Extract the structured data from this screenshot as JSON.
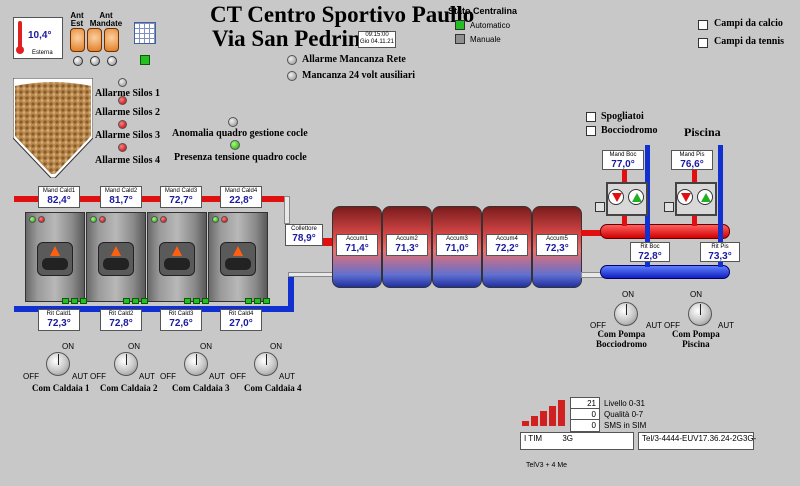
{
  "header": {
    "title_line1": "CT Centro Sportivo Paullo",
    "title_line2": "Via San Pedrino",
    "clock_time": "09:15:00",
    "clock_date": "Gio 04.11.21"
  },
  "stato": {
    "title": "Stato Centralina",
    "automatico": "Automatico",
    "manuale": "Manuale"
  },
  "campi": {
    "calcio": "Campi da calcio",
    "tennis": "Campi da tennis"
  },
  "allarmi": {
    "rete": "Allarme Mancanza Rete",
    "volt24": "Mancanza 24 volt ausiliari"
  },
  "widgets": {
    "thermo_caption": "Esterna",
    "thermo_value": "10,4°",
    "ant_est": "Ant\nEst",
    "ant_mandate": "Ant\nMandate"
  },
  "silos": [
    "Allarme Silos 1",
    "Allarme Silos 2",
    "Allarme Silos 3",
    "Allarme Silos 4"
  ],
  "cocle": {
    "anomalia": "Anomalia quadro gestione cocle",
    "presenza": "Presenza tensione quadro cocle"
  },
  "mandata": [
    {
      "label": "Mand Cald1",
      "value": "82,4°"
    },
    {
      "label": "Mand Cald2",
      "value": "81,7°"
    },
    {
      "label": "Mand Cald3",
      "value": "72,7°"
    },
    {
      "label": "Mand Cald4",
      "value": "22,8°"
    }
  ],
  "ritorno": [
    {
      "label": "Rit Cald1",
      "value": "72,3°"
    },
    {
      "label": "Rit Cald2",
      "value": "72,8°"
    },
    {
      "label": "Rit Cald3",
      "value": "72,6°"
    },
    {
      "label": "Rit Cald4",
      "value": "27,0°"
    }
  ],
  "collettore": {
    "label": "Collettore",
    "value": "78,9°"
  },
  "accumuli": [
    {
      "label": "Accum1",
      "value": "71,4°"
    },
    {
      "label": "Accum2",
      "value": "71,3°"
    },
    {
      "label": "Accum3",
      "value": "71,0°"
    },
    {
      "label": "Accum4",
      "value": "72,2°"
    },
    {
      "label": "Accum5",
      "value": "72,3°"
    }
  ],
  "comandi_caldaie": [
    "Com Caldaia 1",
    "Com Caldaia 2",
    "Com Caldaia 3",
    "Com Caldaia 4"
  ],
  "switch": {
    "on": "ON",
    "off": "OFF",
    "aut": "AUT"
  },
  "utenze": {
    "spogliatoi": "Spogliatoi",
    "bocciodromo": "Bocciodromo",
    "piscina": "Piscina"
  },
  "mand_boc": {
    "label": "Mand Boc",
    "value": "77,0°"
  },
  "mand_pis": {
    "label": "Mand Pis",
    "value": "76,6°"
  },
  "rit_boc": {
    "label": "Rit Boc",
    "value": "72,8°"
  },
  "rit_pis": {
    "label": "Rit Pis",
    "value": "73,3°"
  },
  "pompe": {
    "bocciodromo": "Com Pompa\nBocciodromo",
    "piscina": "Com Pompa\nPiscina"
  },
  "gsm": {
    "livello_value": "21",
    "livello_label": "Livello 0-31",
    "qualita_value": "0",
    "qualita_label": "Qualità 0-7",
    "sms_value": "0",
    "sms_label": "SMS in SIM",
    "operator": "I TIM",
    "network": "3G",
    "info": "Tel/3-4444-EUV17.36.24-2G3G-",
    "footer": "TelV3 + 4 Me"
  }
}
